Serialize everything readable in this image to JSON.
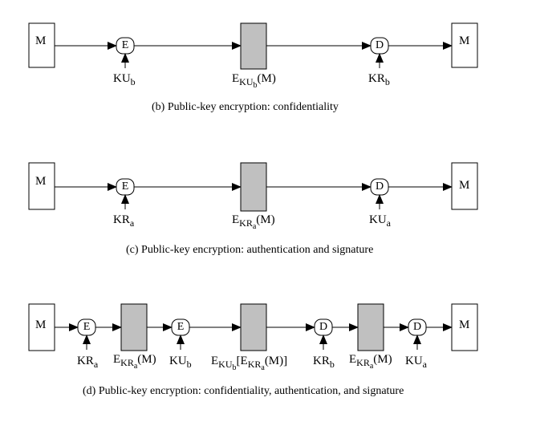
{
  "labels": {
    "m": "M",
    "e": "E",
    "d": "D",
    "e_letter": "E",
    "ku": "KU",
    "kr": "KR",
    "sub_a": "a",
    "sub_b": "b",
    "m_paren": "(M)",
    "lbracket": "[",
    "rbracket": "(M)]"
  },
  "captions": {
    "b": "(b) Public-key encryption: confidentiality",
    "c": "(c) Public-key encryption: authentication and signature",
    "d": "(d) Public-key encryption: confidentiality, authentication, and signature"
  },
  "colors": {
    "ciphertext_fill": "#c0c0c0",
    "stroke": "#000000",
    "background": "#ffffff"
  }
}
